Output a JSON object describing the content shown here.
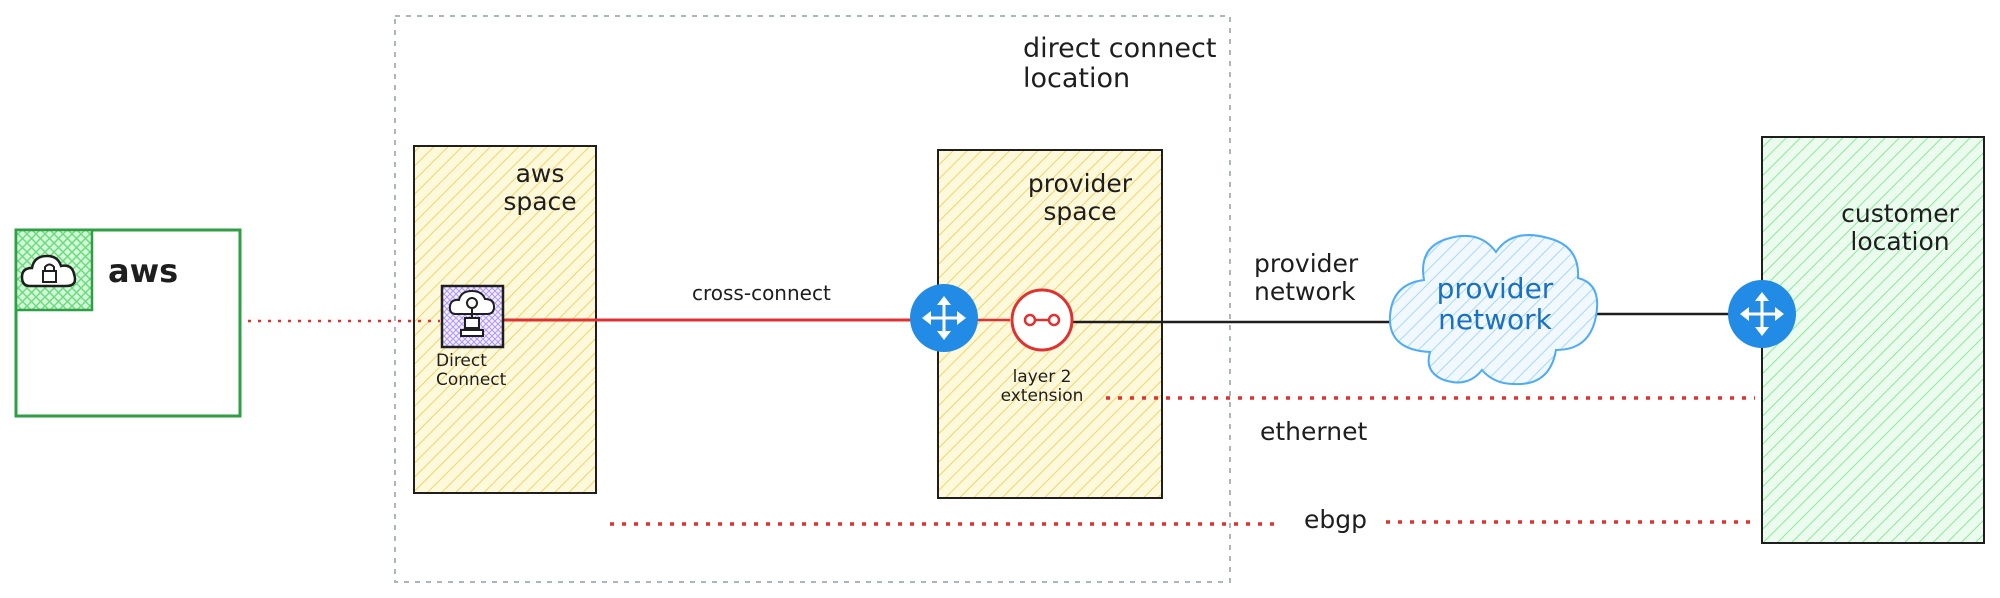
{
  "labels": {
    "direct_connect_location_line1": "direct connect",
    "direct_connect_location_line2": "location",
    "aws_space_line1": "aws",
    "aws_space_line2": "space",
    "provider_space_line1": "provider",
    "provider_space_line2": "space",
    "customer_location_line1": "customer",
    "customer_location_line2": "location",
    "aws": "aws",
    "direct_connect_line1": "Direct",
    "direct_connect_line2": "Connect",
    "cross_connect": "cross-connect",
    "layer2_line1": "layer 2",
    "layer2_line2": "extension",
    "provider_network_side_line1": "provider",
    "provider_network_side_line2": "network",
    "provider_network_cloud_line1": "provider",
    "provider_network_cloud_line2": "network",
    "ethernet": "ethernet",
    "ebgp": "ebgp"
  },
  "colors": {
    "aws_green": "#2f9e44",
    "yellow_fill": "#ffec99",
    "yellow_hatch": "#f2d36b",
    "router_blue": "#228be6",
    "cloud_blue": "#a5d8ff",
    "accent_red": "#e03131",
    "customer_green": "#b2f2bb",
    "line_dark": "#1e1e1e"
  },
  "icons": {
    "aws_cloud": "cloud-lock-icon",
    "direct_connect": "direct-connect-icon",
    "router": "router-icon",
    "layer2": "layer2-extension-icon"
  }
}
